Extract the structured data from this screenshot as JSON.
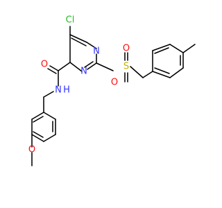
{
  "diagram": {
    "atoms": {
      "chlorine": "Cl",
      "nitrogen_ring_top": "N",
      "nitrogen_ring_bottom": "N",
      "oxygen_carbonyl": "O",
      "nitrogen_amide": "N",
      "hydrogen_amide": "H",
      "oxygen_methoxy": "O",
      "oxygen_sulfonyl_top": "O",
      "sulfur": "S",
      "oxygen_sulfonyl_bottom": "O"
    },
    "colors": {
      "carbon": "#000000",
      "nitrogen": "#3333ff",
      "oxygen": "#ff0d0d",
      "chlorine": "#1fbf1f",
      "sulfur": "#c6b100"
    }
  }
}
